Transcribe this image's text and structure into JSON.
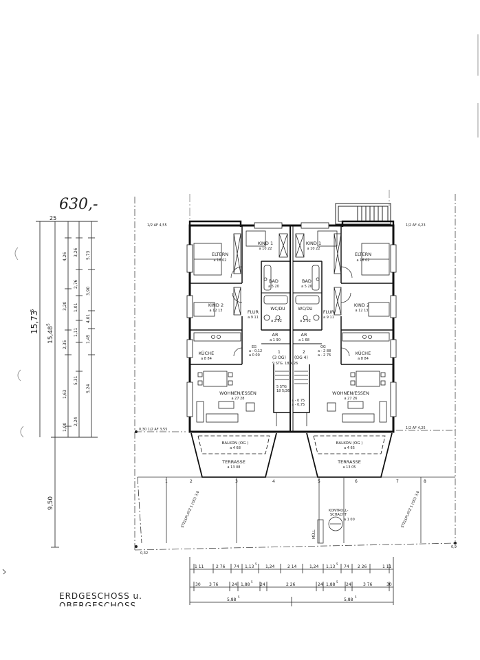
{
  "handwritten_total": "630,-",
  "caption": {
    "line1": "ERDGESCHOSS u.",
    "line2": "OBERGESCHOSS"
  },
  "height_total": "15,73",
  "height_total_sup": "5",
  "height_sub": "15,48",
  "height_sub_sup": "5",
  "depth_total": "9,50",
  "dim_top": "25",
  "vertical_dims_col1": [
    "4,26",
    "3,20",
    "2,35",
    "1,63",
    "1,00"
  ],
  "vertical_dims_col2": [
    "3,26",
    "2,76",
    "1,01",
    "1,11",
    "5,31",
    "2,24"
  ],
  "vertical_dims_col3": [
    "5,73",
    "3,90",
    "4,01",
    "1,45",
    "5,24"
  ],
  "levels": {
    "top": "1/2 AF 4,55",
    "mid_left": "0,30 1/2 AF 3,55",
    "bottom_left": "0,32",
    "bottom_right": "0,9",
    "top_right": "1/2 AF 4,23",
    "mid_right": "1/2 AF 4,25"
  },
  "rooms": [
    {
      "key": "eltern_l",
      "name": "ELTERN",
      "area": "a 16 02"
    },
    {
      "key": "kind1_l",
      "name": "KIND 1",
      "area": "a 10 22"
    },
    {
      "key": "kind1_r",
      "name": "KIND 1",
      "area": "a 10 22"
    },
    {
      "key": "eltern_r",
      "name": "ELTERN",
      "area": "a 16 02"
    },
    {
      "key": "bad_l",
      "name": "BAD",
      "area": "a 5 20"
    },
    {
      "key": "bad_r",
      "name": "BAD",
      "area": "a 5 20"
    },
    {
      "key": "kind2_l",
      "name": "KIND 2",
      "area": "a 12 13"
    },
    {
      "key": "kind2_r",
      "name": "KIND 2",
      "area": "a 12 13"
    },
    {
      "key": "flur_l",
      "name": "FLUR",
      "area": "a 9 11"
    },
    {
      "key": "flur_r",
      "name": "FLUR",
      "area": "a 9 11"
    },
    {
      "key": "wc_l",
      "name": "WC/DU",
      "area": "a 2 92"
    },
    {
      "key": "wc_r",
      "name": "WC/DU",
      "area": "a 2 92"
    },
    {
      "key": "ar_l",
      "name": "AR",
      "area": "a 1 90"
    },
    {
      "key": "ar_r",
      "name": "AR",
      "area": "a 1 68"
    },
    {
      "key": "kueche_l",
      "name": "KÜCHE",
      "area": "a 8 84"
    },
    {
      "key": "kueche_r",
      "name": "KÜCHE",
      "area": "a 8 84"
    },
    {
      "key": "wohnen_l",
      "name": "WOHNEN/ESSEN",
      "area": "a 27 28"
    },
    {
      "key": "wohnen_r",
      "name": "WOHNEN/ESSEN",
      "area": "a 27 26"
    },
    {
      "key": "balkon_l",
      "name": "BALKON (OG )",
      "area": "a 4 68"
    },
    {
      "key": "balkon_r",
      "name": "BALKON (OG )",
      "area": "a 4 65"
    },
    {
      "key": "terrasse_l",
      "name": "TERRASSE",
      "area": "a 13 08"
    },
    {
      "key": "terrasse_r",
      "name": "TERRASSE",
      "area": "a 13 05"
    }
  ],
  "stair": {
    "unit1": "1",
    "unit1_sub": "(3 OG)",
    "unit2": "2",
    "unit2_sub": "(OG 4)",
    "steps": "9 STG. 18,4/26",
    "steps2": "5 STG",
    "steps2_sub": "18 5/26",
    "eg": "EG",
    "eg_vals": [
      "a - 0,12",
      "a 0 00"
    ],
    "og": "OG",
    "og_vals": [
      "a - 2 88",
      "a - 2 76"
    ],
    "lower": [
      "a - 0 75",
      "a - 0,75"
    ]
  },
  "kontrollschacht": {
    "label": "KONTROLL-",
    "label2": "SCHACHT",
    "value": "a 1 00"
  },
  "stellplatz_left": "STELLPLATZ 1 (OG) 3,0",
  "stellplatz_right": "STELLPLATZ 1 (OG) 3,0",
  "mull": "MÜLL",
  "dims_bottom_row1": [
    "1 11",
    "2 76",
    "74",
    "1,13",
    "1,24",
    "2 14",
    "1,24",
    "1,13",
    "74",
    "2 26",
    "1 11"
  ],
  "dims_bottom_row1_sups": [
    "",
    "",
    "",
    "5",
    "",
    "",
    "",
    "5",
    "",
    "",
    ""
  ],
  "dims_bottom_row2": [
    "30",
    "3 76",
    "24",
    "1,88",
    "24",
    "2 26",
    "24",
    "1,88",
    "24",
    "3 76",
    "30"
  ],
  "dims_bottom_row2_sups": [
    "",
    "",
    "",
    "5",
    "",
    "",
    "",
    "5",
    "",
    "",
    ""
  ],
  "dims_bottom_row3": [
    "5,88",
    "5,88"
  ],
  "dims_bottom_row3_sups": [
    "5",
    "5"
  ],
  "grid_markers": [
    "1",
    "2",
    "3",
    "4",
    "5",
    "6",
    "7",
    "8"
  ]
}
